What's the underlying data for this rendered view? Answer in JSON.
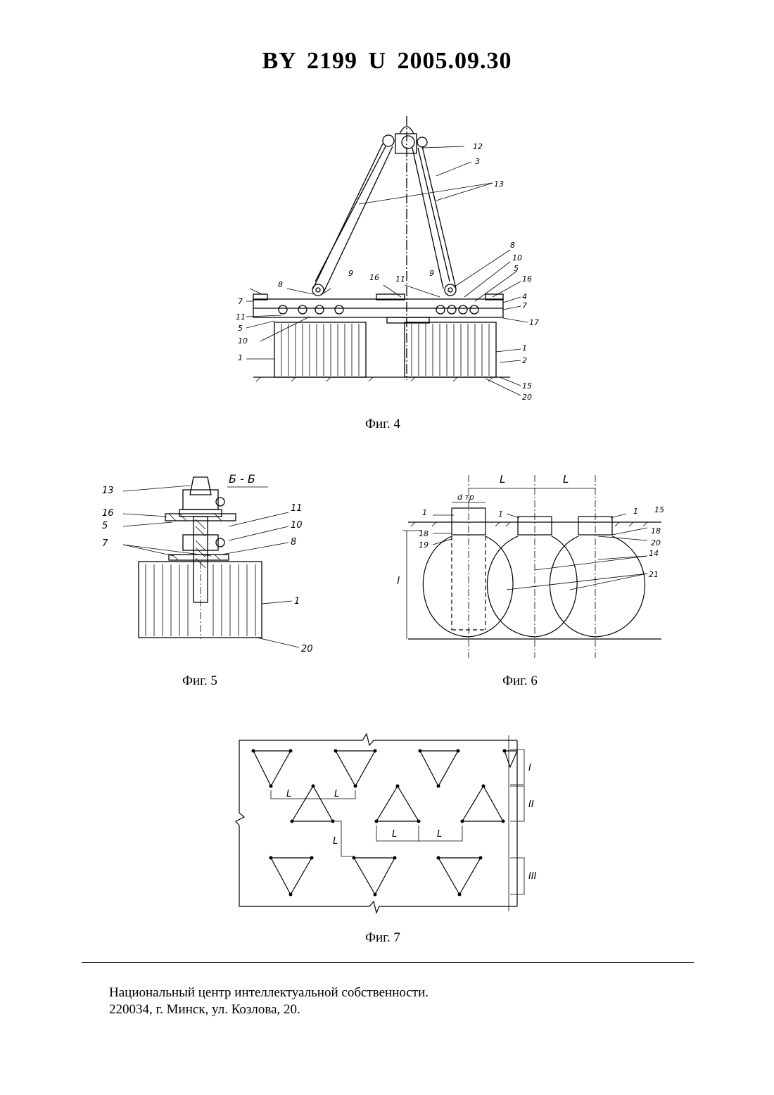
{
  "header": {
    "doc_number": "BY 2199 U 2005.09.30"
  },
  "figures": {
    "fig4": {
      "caption": "Фиг. 4",
      "labels": [
        "12",
        "3",
        "13",
        "8",
        "10",
        "5",
        "16",
        "4",
        "7",
        "17",
        "1",
        "2",
        "15",
        "20",
        "9",
        "11",
        "16",
        "8",
        "9",
        "7",
        "11",
        "5",
        "10",
        "1"
      ]
    },
    "fig5": {
      "caption": "Фиг. 5",
      "section": "Б - Б",
      "labels": [
        "13",
        "16",
        "5",
        "7",
        "11",
        "10",
        "8",
        "1",
        "20"
      ]
    },
    "fig6": {
      "caption": "Фиг. 6",
      "labels": [
        "L",
        "L",
        "d тр",
        "1",
        "1",
        "1",
        "15",
        "18",
        "18",
        "19",
        "20",
        "14",
        "21",
        "l"
      ]
    },
    "fig7": {
      "caption": "Фиг. 7",
      "labels": [
        "L",
        "L",
        "L",
        "L",
        "L",
        "I",
        "II",
        "III"
      ]
    }
  },
  "footer": {
    "line1": "Национальный центр интеллектуальной собственности.",
    "line2": "220034, г. Минск, ул. Козлова, 20."
  }
}
